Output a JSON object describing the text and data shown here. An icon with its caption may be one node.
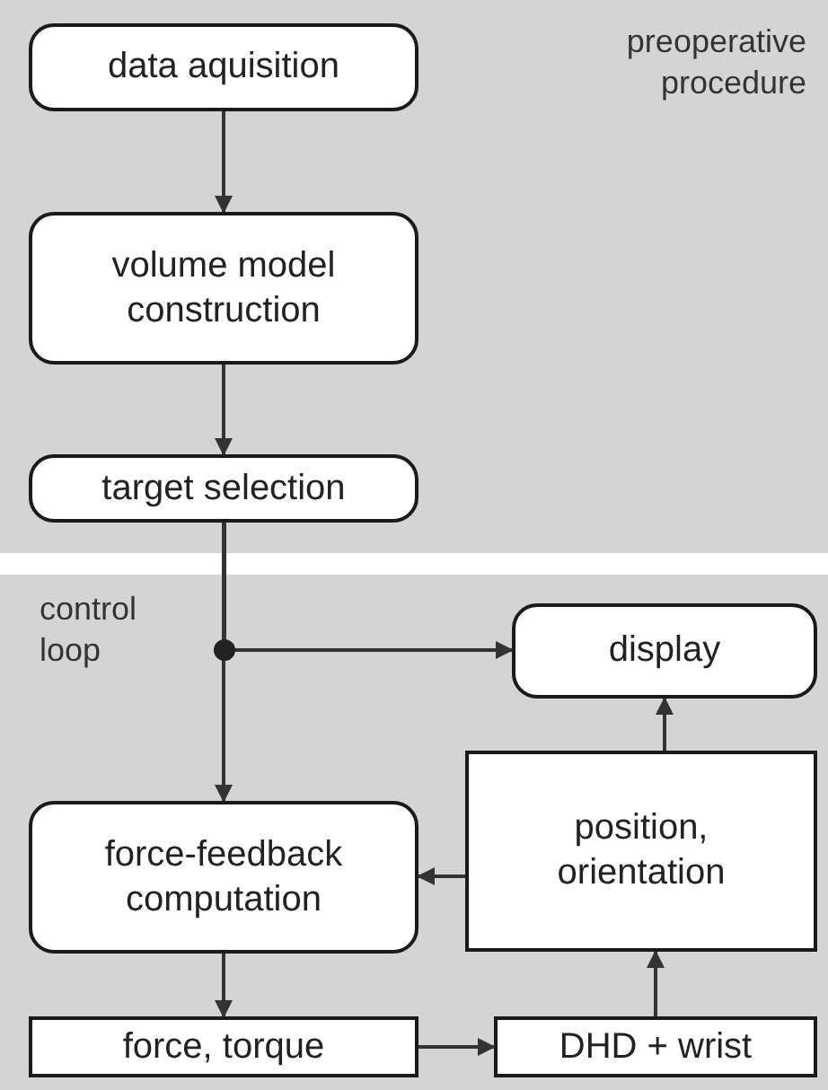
{
  "diagram": {
    "nodes": [
      {
        "text": [
          "preoperative procedure"
        ]
      },
      {
        "text": [
          "data aquisition"
        ],
        "in": 0
      },
      {
        "text": [
          "volume model construction"
        ],
        "in": 0
      },
      {
        "text": [
          "target selection"
        ],
        "in": 0
      },
      {
        "text": [
          "control loop"
        ]
      },
      {
        "text": [
          "display"
        ],
        "in": 4
      },
      {
        "text": [
          "force-feedback computation"
        ],
        "in": 4
      },
      {
        "text": [
          "position, orientation"
        ],
        "in": 4
      },
      {
        "text": [
          "force, torque"
        ],
        "in": 4
      },
      {
        "text": [
          "DHD + wrist"
        ],
        "in": 4
      }
    ],
    "edges": [
      {
        "from": 1,
        "to": 2,
        "arrow": "to"
      },
      {
        "from": 2,
        "to": 3,
        "arrow": "to"
      },
      {
        "from": 3,
        "to": 6,
        "arrow": "to"
      },
      {
        "from": 3,
        "to": 5,
        "arrow": "to"
      },
      {
        "from": 6,
        "to": 8,
        "arrow": "to"
      },
      {
        "from": 8,
        "to": 9,
        "arrow": "to"
      },
      {
        "from": 9,
        "to": 7,
        "arrow": "to"
      },
      {
        "from": 7,
        "to": 6,
        "arrow": "to"
      },
      {
        "from": 7,
        "to": 5,
        "arrow": "to"
      }
    ]
  }
}
